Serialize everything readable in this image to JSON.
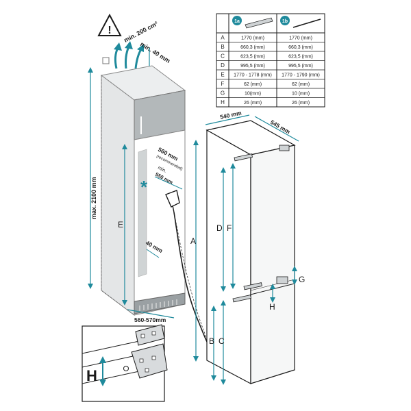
{
  "warning": {
    "symbol": "!",
    "label": "min. 200 cm²"
  },
  "labels": {
    "top_gap": "min. 40 mm",
    "max_height": "max. 2100 mm",
    "depth_recommended_a": "560 mm",
    "depth_recommended_b": "(recommended)",
    "depth_min_a": "min.",
    "depth_min_b": "550 mm",
    "side_gap": "40 mm",
    "niche_width": "560-570mm",
    "fridge_width": "540 mm",
    "fridge_depth": "545 mm",
    "asterisk": "*"
  },
  "dimension_letters": {
    "A": "A",
    "B": "B",
    "C": "C",
    "D": "D",
    "E": "E",
    "F": "F",
    "G": "G",
    "H": "H",
    "H_detail": "H"
  },
  "table": {
    "headers": [
      "",
      "1a",
      "1b"
    ],
    "rows": [
      {
        "key": "A",
        "v1": "1770 (mm)",
        "v2": "1770 (mm)"
      },
      {
        "key": "B",
        "v1": "660,3 (mm)",
        "v2": "660,3 (mm)"
      },
      {
        "key": "C",
        "v1": "623,5 (mm)",
        "v2": "623,5 (mm)"
      },
      {
        "key": "D",
        "v1": "995,5 (mm)",
        "v2": "995,5 (mm)"
      },
      {
        "key": "E",
        "v1": "1770 - 1778 (mm)",
        "v2": "1770 - 1790 (mm)"
      },
      {
        "key": "F",
        "v1": "62 (mm)",
        "v2": "62 (mm)"
      },
      {
        "key": "G",
        "v1": "10(mm)",
        "v2": "10 (mm)"
      },
      {
        "key": "H",
        "v1": "26 (mm)",
        "v2": "26 (mm)"
      }
    ]
  },
  "colors": {
    "accent": "#1f8a9c",
    "line": "#1a1a1a",
    "cabinet": "#d9dcdd",
    "panel": "#b9bec0"
  }
}
